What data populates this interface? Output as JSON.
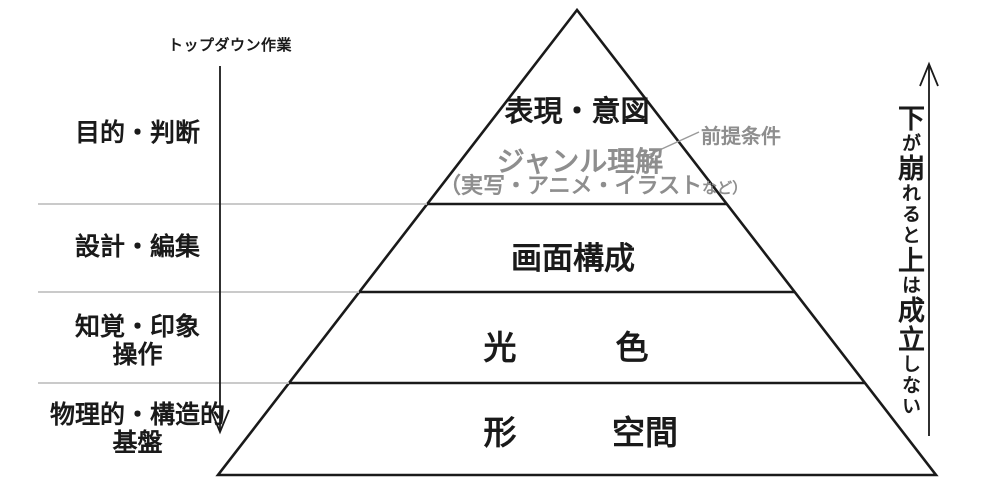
{
  "colors": {
    "ink": "#1a1a1a",
    "gray_text": "#8e8e8e",
    "gray_line": "#c3c3c3"
  },
  "top_down": {
    "label": "トップダウン作業"
  },
  "left_labels": [
    {
      "line1": "目的・判断",
      "line2": ""
    },
    {
      "line1": "設計・編集",
      "line2": ""
    },
    {
      "line1": "知覚・印象",
      "line2": "操作"
    },
    {
      "line1": "物理的・構造的",
      "line2": "基盤"
    }
  ],
  "pyramid": {
    "apex_label": "表現・意図",
    "genre_label": "ジャンル理解",
    "genre_sub": "（実写・アニメ・イラスト",
    "genre_sub_small": "など）",
    "premise_label": "前提条件",
    "level2_label": "画面構成",
    "level3_left": "光",
    "level3_right": "色",
    "level4_left": "形",
    "level4_right": "空間"
  },
  "right_note": {
    "text": "下が崩れると上は成立しない",
    "segments": [
      {
        "ch": "下",
        "big": true
      },
      {
        "ch": "が",
        "big": false
      },
      {
        "ch": "崩",
        "big": true
      },
      {
        "ch": "れ",
        "big": false
      },
      {
        "ch": "る",
        "big": false
      },
      {
        "ch": "と",
        "big": false
      },
      {
        "ch": "上",
        "big": true
      },
      {
        "ch": "は",
        "big": false
      },
      {
        "ch": "成",
        "big": true
      },
      {
        "ch": "立",
        "big": true
      },
      {
        "ch": "し",
        "big": false
      },
      {
        "ch": "な",
        "big": false
      },
      {
        "ch": "い",
        "big": false
      }
    ]
  }
}
